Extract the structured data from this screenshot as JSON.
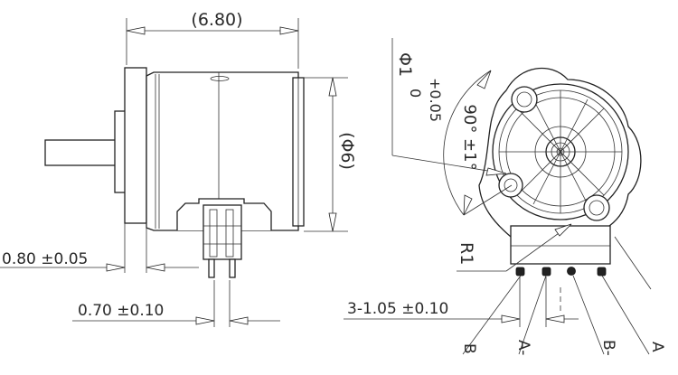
{
  "side_view": {
    "length_dim": "(6.80)",
    "diameter_dim": "(Φ6)",
    "flange_dim": "0.80 ±0.05",
    "pin_dim": "0.70 ±0.10"
  },
  "end_view": {
    "hole_dia": "Φ1",
    "hole_tol_upper": "+0.05",
    "hole_tol_lower": "0",
    "angle_dim": "90° ±1°",
    "radius_dim": "R1",
    "pitch_dim": "3-1.05 ±0.10",
    "pins": [
      "B",
      "A-",
      "B-",
      "A"
    ]
  }
}
